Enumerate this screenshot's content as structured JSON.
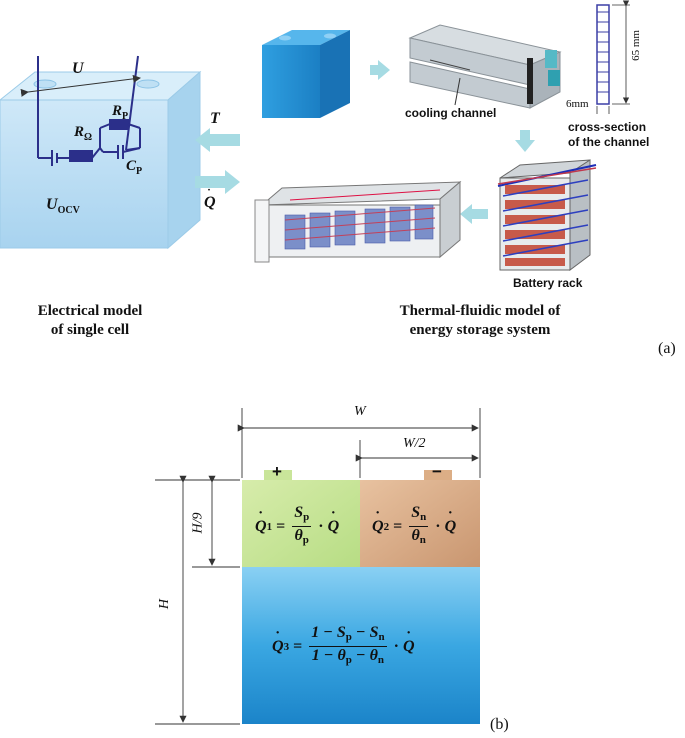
{
  "panel_a": {
    "label": "(a)",
    "cell": {
      "voltage_label": "U",
      "r_ohm_label": "R",
      "r_ohm_sub": "Ω",
      "r_p_label": "R",
      "r_p_sub": "P",
      "c_p_label": "C",
      "c_p_sub": "P",
      "ocv_label": "U",
      "ocv_sub": "OCV"
    },
    "arrow_t_label": "T",
    "arrow_q_label": "Q",
    "cooling_channel_label": "cooling channel",
    "cross_section_label_line1": "cross-section",
    "cross_section_label_line2": "of the channel",
    "dim_height": "65 mm",
    "dim_width": "6mm",
    "battery_rack_label": "Battery rack",
    "caption_left_line1": "Electrical model",
    "caption_left_line2": "of single cell",
    "caption_right_line1": "Thermal-fluidic model of",
    "caption_right_line2": "energy storage system"
  },
  "panel_b": {
    "label": "(b)",
    "dim_w": "W",
    "dim_w2": "W/2",
    "dim_h": "H",
    "dim_h9": "H/9",
    "plus": "+",
    "minus": "−",
    "eq1": {
      "lhs": "Q",
      "lhs_sub": "1",
      "num": "S",
      "num_sub": "p",
      "den": "θ",
      "den_sub": "p",
      "tail": "Q"
    },
    "eq2": {
      "lhs": "Q",
      "lhs_sub": "2",
      "num": "S",
      "num_sub": "n",
      "den": "θ",
      "den_sub": "n",
      "tail": "Q"
    },
    "eq3": {
      "lhs": "Q",
      "lhs_sub": "3",
      "num_a": "1 − S",
      "num_a_sub": "p",
      "num_b": " − S",
      "num_b_sub": "n",
      "den_a": "1 − θ",
      "den_a_sub": "p",
      "den_b": " − θ",
      "den_b_sub": "n",
      "tail": "Q"
    }
  },
  "colors": {
    "cell_blue": "#b9dcf2",
    "circuit": "#2b2f8a",
    "arrow": "#9fd7e0",
    "positive_zone": "#c9e59a",
    "negative_zone": "#dcae86",
    "body_zone": "#3fa6e0"
  }
}
